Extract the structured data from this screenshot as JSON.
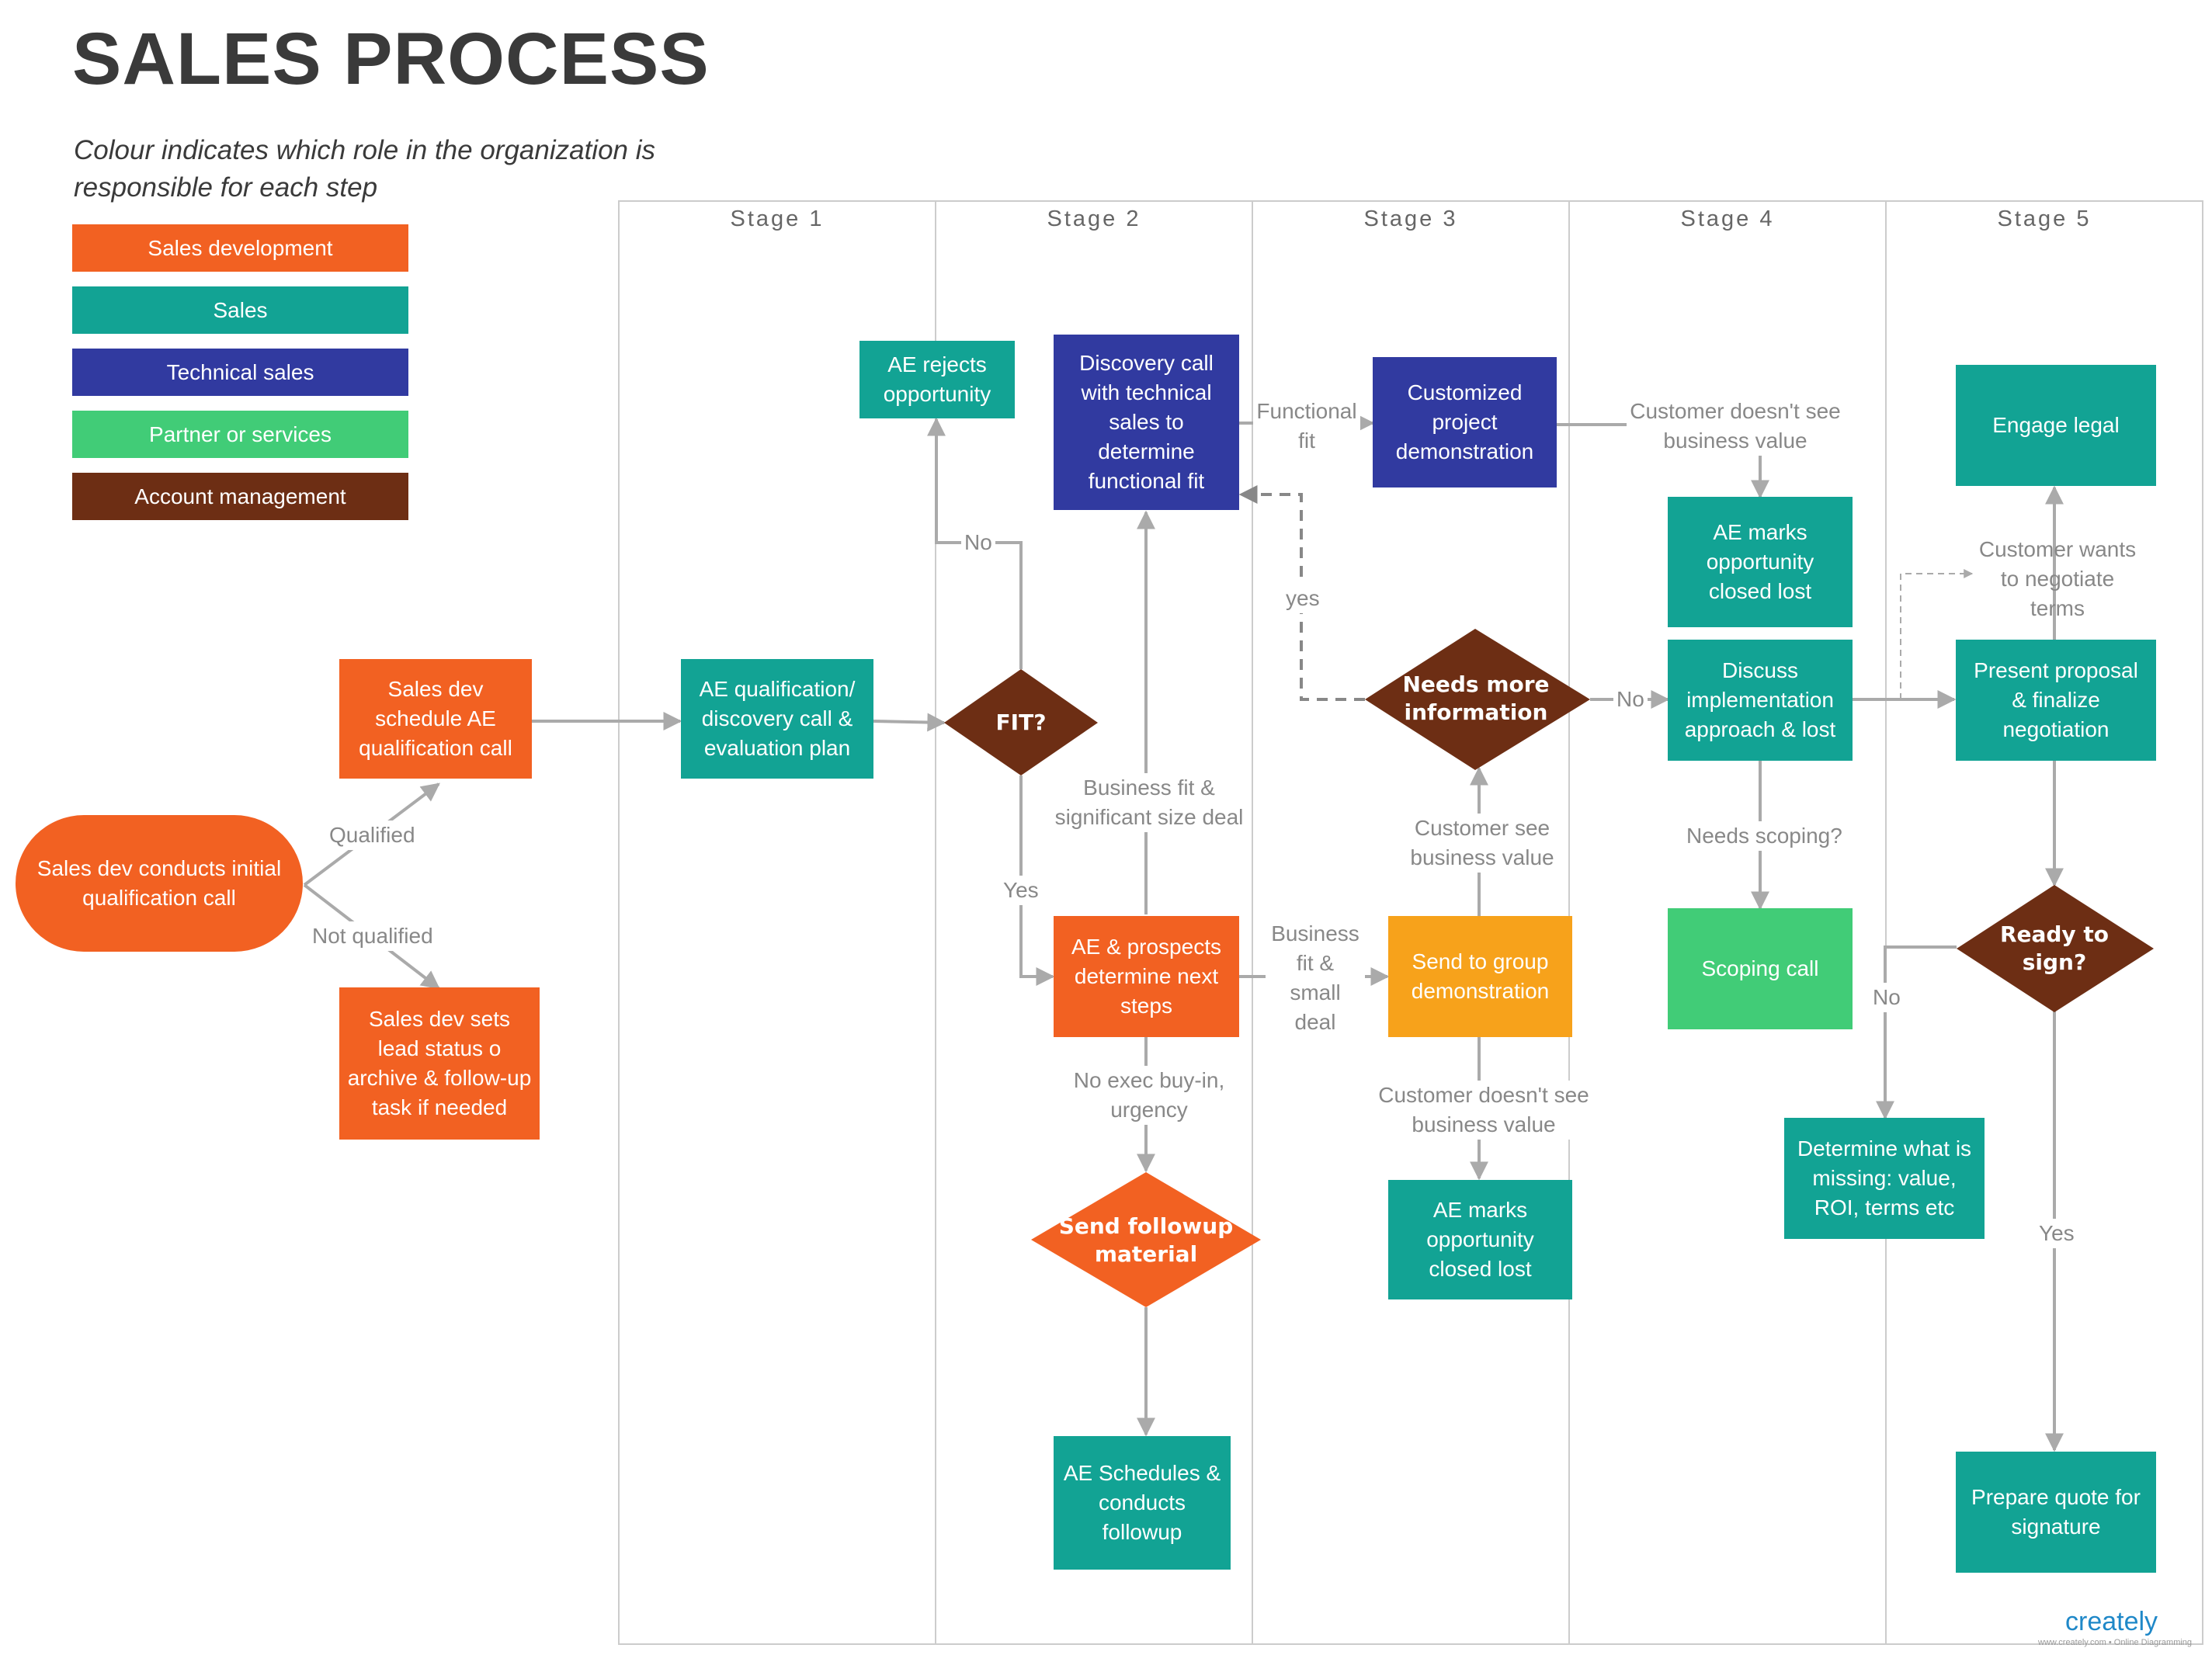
{
  "title": "SALES PROCESS",
  "subtitle": "Colour indicates which role in the organization  is responsible for each step",
  "colors": {
    "sales_development": "#f26122",
    "sales": "#12a394",
    "technical_sales": "#313aa0",
    "partner": "#41cc77",
    "account_management": "#6d2e14",
    "group_demo": "#f7a21b",
    "connector": "#aaaaaa",
    "lane_border": "#cccccc"
  },
  "legend": [
    {
      "label": "Sales development",
      "color": "#f26122"
    },
    {
      "label": "Sales",
      "color": "#12a394"
    },
    {
      "label": "Technical sales",
      "color": "#313aa0"
    },
    {
      "label": "Partner or services",
      "color": "#41cc77"
    },
    {
      "label": "Account management",
      "color": "#6d2e14"
    }
  ],
  "stages": [
    "Stage 1",
    "Stage 2",
    "Stage 3",
    "Stage 4",
    "Stage 5"
  ],
  "nodes": {
    "initial_call": "Sales dev conducts initial qualification call",
    "schedule_ae": "Sales dev schedule AE qualification call",
    "sets_lead": "Sales dev sets lead status o archive & follow-up task if needed",
    "ae_qualification": "AE qualification/ discovery call & evaluation plan",
    "fit": "FIT?",
    "ae_rejects": "AE rejects opportunity",
    "discovery_tech": "Discovery call with technical sales to determine functional fit",
    "ae_prospects": "AE & prospects determine next steps",
    "send_followup": "Send followup  material",
    "ae_schedules": "AE Schedules & conducts followup",
    "customized_demo": "Customized project demonstration",
    "needs_info": "Needs more information",
    "group_demo": "Send to group demonstration",
    "ae_closed_lost_3": "AE marks opportunity closed lost",
    "ae_closed_lost_4": "AE marks opportunity closed lost",
    "discuss_impl": "Discuss implementation approach & lost",
    "scoping_call": "Scoping call",
    "engage_legal": "Engage legal",
    "present_proposal": "Present proposal & finalize negotiation",
    "ready_to_sign": "Ready to sign?",
    "determine_missing": "Determine what is missing: value, ROI, terms etc",
    "prepare_quote": "Prepare quote for signature"
  },
  "edge_labels": {
    "qualified": "Qualified",
    "not_qualified": "Not qualified",
    "no_fit": "No",
    "yes_fit": "Yes",
    "business_fit_significant": "Business fit & significant size deal",
    "no_exec": "No exec buy-in, urgency",
    "functional_fit": "Functional fit",
    "yes_info": "yes",
    "business_fit_small": "Business fit & small deal",
    "customer_sees_value": "Customer see business value",
    "customer_not_value_3": "Customer doesn't see business value",
    "customer_not_value_4": "Customer doesn't see business value",
    "no_info": "No",
    "needs_scoping": "Needs scoping?",
    "customer_wants_negotiate": "Customer wants to negotiate terms",
    "no_sign": "No",
    "yes_sign": "Yes"
  },
  "brand": {
    "name": "creately",
    "tagline": "www.creately.com • Online Diagramming"
  }
}
